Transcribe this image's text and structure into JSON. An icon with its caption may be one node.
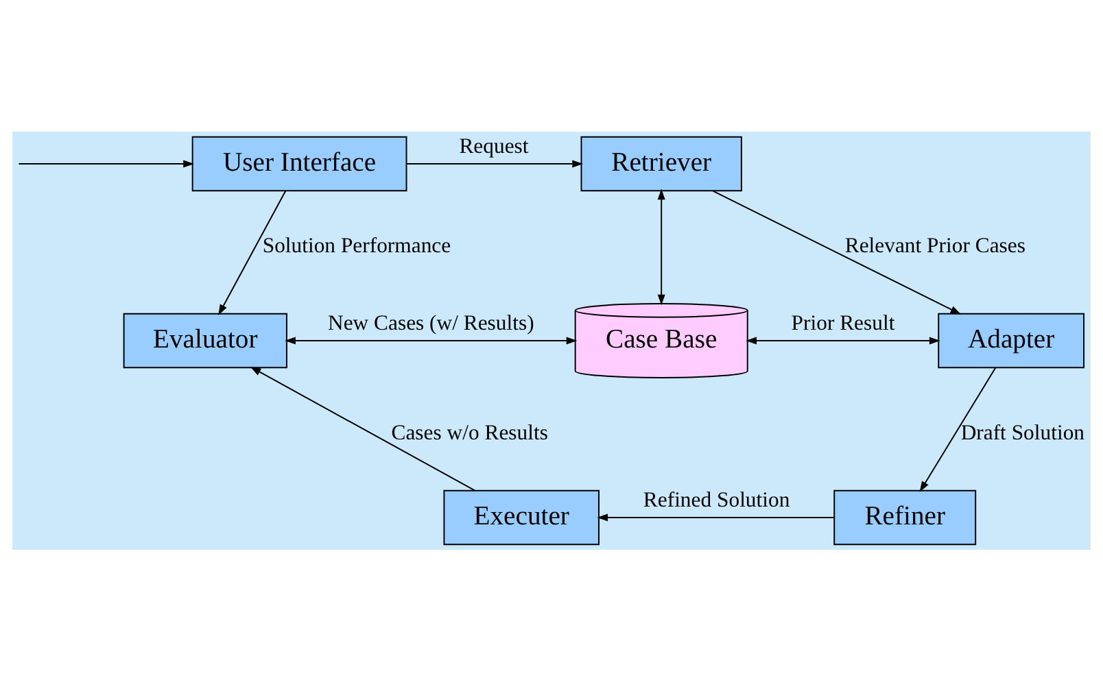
{
  "diagram": {
    "nodes": [
      {
        "text": [
          "User Interface"
        ]
      },
      {
        "text": [
          "Retriever"
        ]
      },
      {
        "text": [
          "Evaluator"
        ]
      },
      {
        "text": [
          "Case Base"
        ]
      },
      {
        "text": [
          "Adapter"
        ]
      },
      {
        "text": [
          "Executer"
        ]
      },
      {
        "text": [
          "Refiner"
        ]
      }
    ],
    "edges": [
      {
        "from": null,
        "to": 0,
        "arrow": "to"
      },
      {
        "from": 0,
        "to": 1,
        "arrow": "to",
        "label": "Request"
      },
      {
        "from": 1,
        "to": 3,
        "arrow": "both"
      },
      {
        "from": 1,
        "to": 4,
        "arrow": "to",
        "label": "Relevant Prior Cases"
      },
      {
        "from": 0,
        "to": 2,
        "arrow": "to",
        "label": "Solution Performance"
      },
      {
        "from": 2,
        "to": 3,
        "arrow": "both",
        "label": "New Cases (w/ Results)"
      },
      {
        "from": 3,
        "to": 4,
        "arrow": "both",
        "label": "Prior Result"
      },
      {
        "from": 4,
        "to": 6,
        "arrow": "to",
        "label": "Draft Solution"
      },
      {
        "from": 6,
        "to": 5,
        "arrow": "to",
        "label": "Refined Solution"
      },
      {
        "from": 5,
        "to": 2,
        "arrow": "to",
        "label": "Cases w/o Results"
      }
    ]
  }
}
